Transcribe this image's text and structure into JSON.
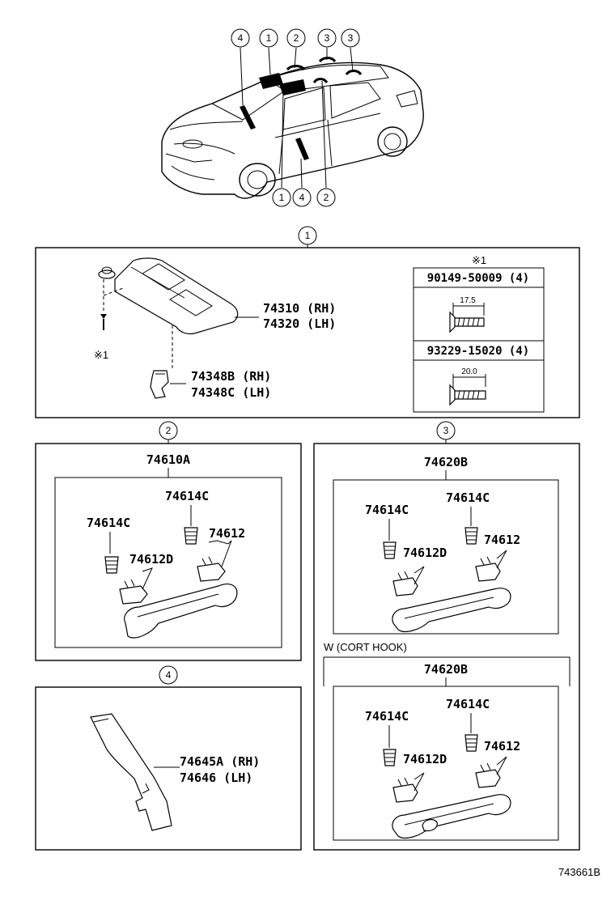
{
  "callouts": {
    "sun_visor": "1",
    "assist_grip_front": "2",
    "assist_grip_rear": "3",
    "pillar_garnish": "4"
  },
  "section1": {
    "visor_rh": "74310 (RH)",
    "visor_lh": "74320 (LH)",
    "holder_rh": "74348B (RH)",
    "holder_lh": "74348C (LH)",
    "screw_ref": "※1",
    "fastener_table": {
      "header": "※1",
      "rows": [
        {
          "part": "90149-50009 (4)",
          "dimension": "17.5"
        },
        {
          "part": "93229-15020 (4)",
          "dimension": "20.0"
        }
      ]
    }
  },
  "section2": {
    "assembly": "74610A",
    "parts": {
      "plug_left": "74614C",
      "plug_right": "74614C",
      "cover_right": "74612",
      "cover_left": "74612D"
    }
  },
  "section3": {
    "assembly": "74620B",
    "parts": {
      "plug_left": "74614C",
      "plug_right": "74614C",
      "cover_right": "74612",
      "cover_left": "74612D"
    },
    "variant_label": "W (CORT HOOK)",
    "variant": {
      "assembly": "74620B",
      "parts": {
        "plug_left": "74614C",
        "plug_right": "74614C",
        "cover_right": "74612",
        "cover_left": "74612D"
      }
    }
  },
  "section4": {
    "garnish_rh": "74645A (RH)",
    "garnish_lh": "74646 (LH)"
  },
  "figure_id": "743661B"
}
